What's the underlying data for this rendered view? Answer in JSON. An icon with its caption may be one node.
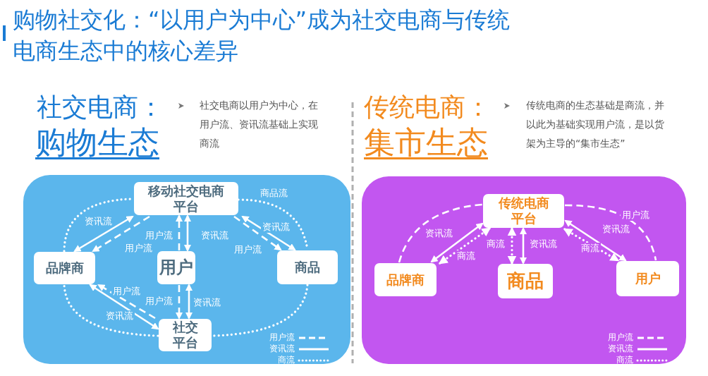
{
  "diagram": {
    "title": "购物社交化：“以用户为中心”成为社交电商与传统电商生态中的核心差异",
    "nodes": [
      {
        "text": [],
        "shape": "box"
      },
      {
        "text": [
          "移动社交电商平台"
        ],
        "in": 0
      },
      {
        "text": [
          "品牌商"
        ],
        "in": 0
      },
      {
        "text": [
          "用户"
        ],
        "in": 0
      },
      {
        "text": [
          "商品"
        ],
        "in": 0
      },
      {
        "text": [
          "社交平台"
        ],
        "in": 0
      },
      {
        "text": [],
        "shape": "box"
      },
      {
        "text": [
          "传统电商平台"
        ],
        "in": 6
      },
      {
        "text": [
          "品牌商"
        ],
        "in": 6
      },
      {
        "text": [
          "商品"
        ],
        "in": 6
      },
      {
        "text": [
          "用户"
        ],
        "in": 6
      }
    ],
    "edges": [
      {
        "from": 1,
        "to": 4,
        "arrow": "none",
        "style": "dashed",
        "label": "商品流"
      },
      {
        "from": 4,
        "to": 5,
        "arrow": "none",
        "style": "dashed"
      },
      {
        "from": 5,
        "to": 2,
        "arrow": "none",
        "style": "dashed"
      },
      {
        "from": 2,
        "to": 1,
        "arrow": "none",
        "style": "dashed"
      },
      {
        "from": 1,
        "to": 2,
        "arrow": "both",
        "label": "资讯流"
      },
      {
        "from": 1,
        "to": 2,
        "arrow": "to",
        "style": "dashed",
        "label": "用户流"
      },
      {
        "from": 3,
        "to": 1,
        "arrow": "to",
        "style": "dashed",
        "label": "用户流"
      },
      {
        "from": 1,
        "to": 3,
        "arrow": "both",
        "label": "资讯流"
      },
      {
        "from": 1,
        "to": 4,
        "arrow": "both",
        "label": "资讯流"
      },
      {
        "from": 1,
        "to": 4,
        "arrow": "to",
        "style": "dashed",
        "label": "用户流"
      },
      {
        "from": 3,
        "to": 5,
        "arrow": "to",
        "style": "dashed",
        "label": "用户流"
      },
      {
        "from": 3,
        "to": 5,
        "arrow": "both",
        "label": "资讯流"
      },
      {
        "from": 5,
        "to": 2,
        "arrow": "to",
        "style": "dashed",
        "label": "用户流"
      },
      {
        "from": 5,
        "to": 2,
        "arrow": "both",
        "label": "资讯流"
      },
      {
        "from": 8,
        "to": 7,
        "arrow": "none",
        "style": "dashed"
      },
      {
        "from": 7,
        "to": 10,
        "arrow": "none",
        "style": "dashed",
        "label": "用户流"
      },
      {
        "from": 7,
        "to": 8,
        "arrow": "both",
        "label": "资讯流"
      },
      {
        "from": 7,
        "to": 8,
        "arrow": "both",
        "style": "dashed",
        "label": "商流"
      },
      {
        "from": 7,
        "to": 9,
        "arrow": "both",
        "style": "dashed",
        "label": "商流"
      },
      {
        "from": 7,
        "to": 9,
        "arrow": "both",
        "label": "资讯流"
      },
      {
        "from": 7,
        "to": 10,
        "arrow": "both",
        "label": "资讯流"
      },
      {
        "from": 7,
        "to": 10,
        "arrow": "both",
        "style": "dashed",
        "label": "商流"
      }
    ],
    "labels": [
      "社交电商：",
      "购物生态",
      "社交电商以用户为中心，在用户流、资讯流基础上实现商流",
      "传统电商：",
      "集市生态",
      "传统电商的生态基础是商流，并以此为基础实现用户流，是以货架为主导的“集市生态”"
    ],
    "legend": [
      {
        "text": "用户流"
      },
      {
        "text": "资讯流"
      },
      {
        "text": "商流"
      },
      {
        "text": "用户流"
      },
      {
        "text": "资讯流"
      },
      {
        "text": "商流"
      }
    ]
  }
}
